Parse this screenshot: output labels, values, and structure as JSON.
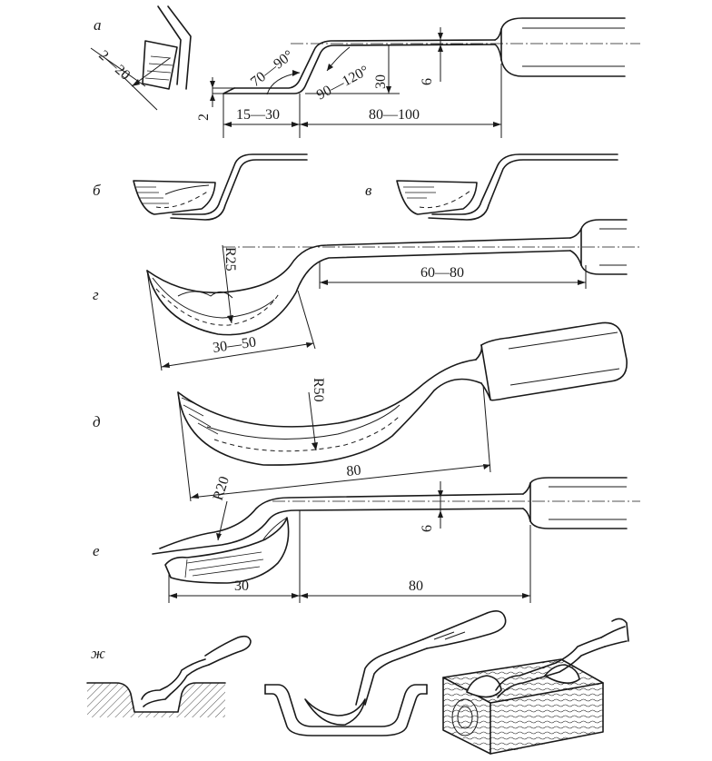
{
  "panels": {
    "a": {
      "letter": "а",
      "dims": {
        "bevel": "2—20",
        "angle1": "70—90°",
        "angle2": "90—120°",
        "rise": "30",
        "thickness": "6",
        "tip": "2",
        "head_len": "15—30",
        "shank_len": "80—100"
      }
    },
    "b": {
      "letter": "б"
    },
    "v": {
      "letter": "в"
    },
    "g": {
      "letter": "г",
      "dims": {
        "radius": "R25",
        "head_len": "30—50",
        "shank_len": "60—80"
      }
    },
    "d": {
      "letter": "д",
      "dims": {
        "radius": "R50",
        "len": "80"
      }
    },
    "e": {
      "letter": "е",
      "dims": {
        "radius": "R20",
        "thickness": "6",
        "head_len": "30",
        "shank_len": "80"
      }
    },
    "zh": {
      "letter": "ж"
    }
  }
}
